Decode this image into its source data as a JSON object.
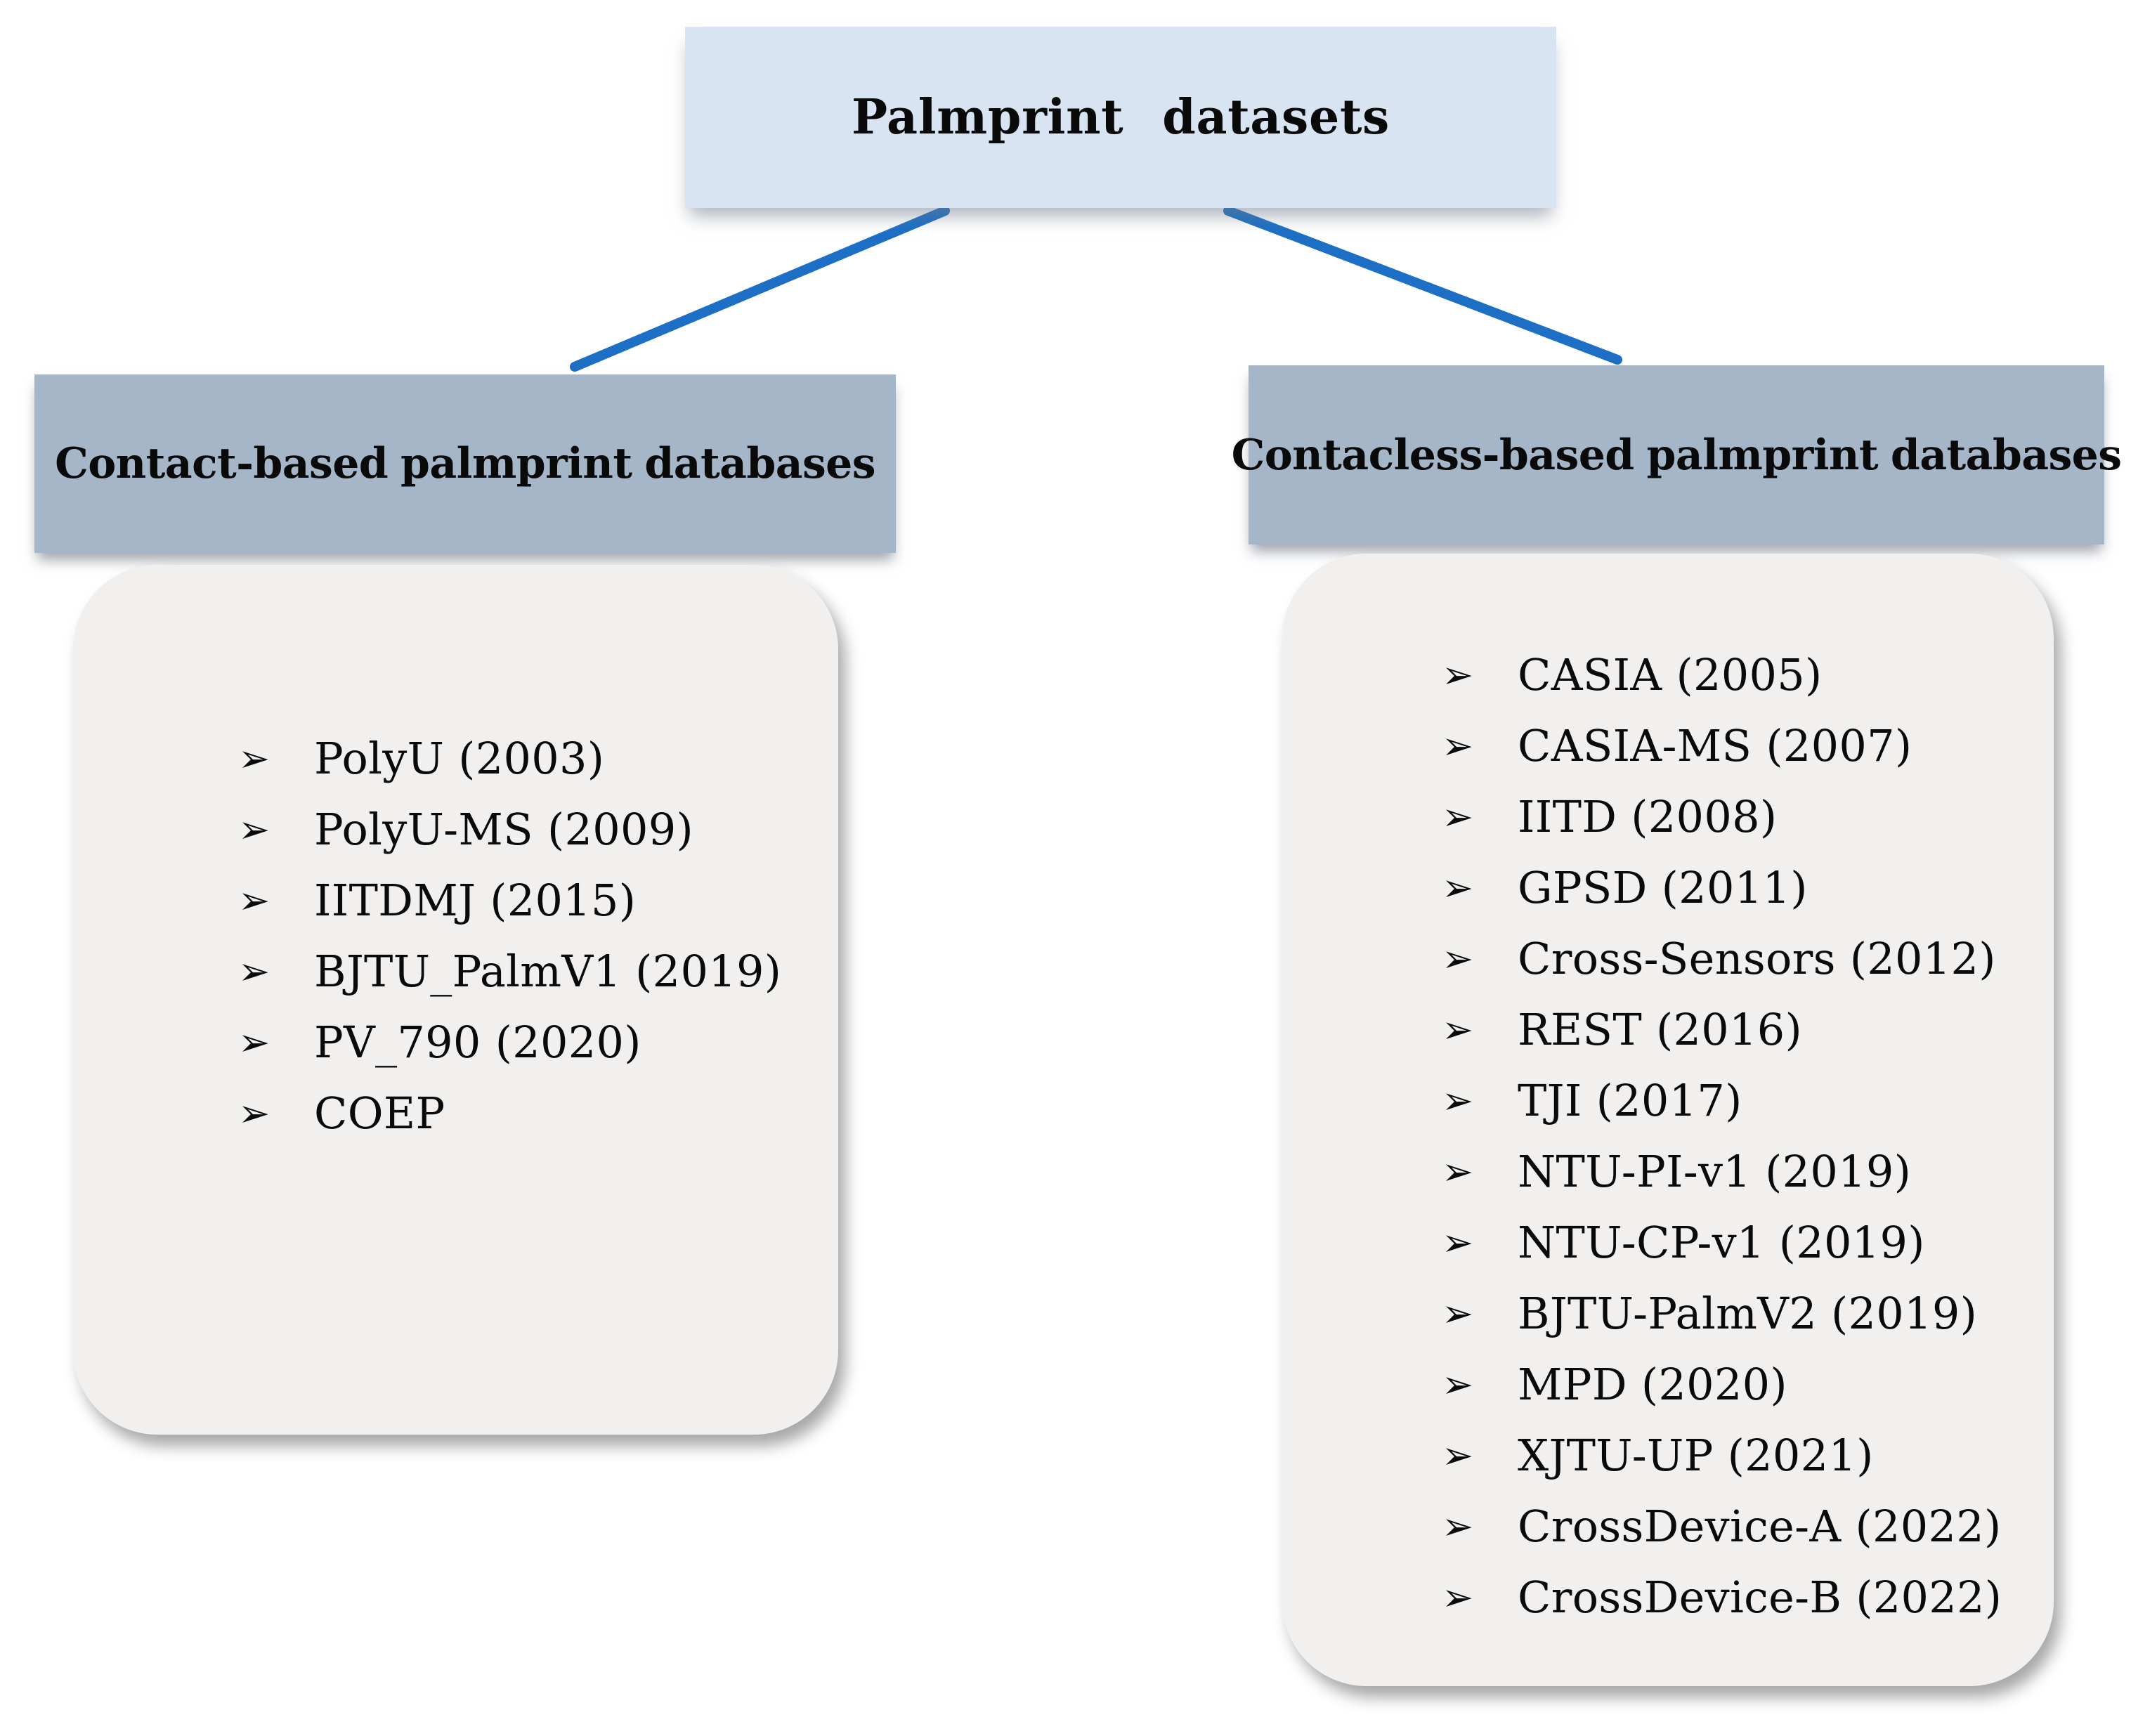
{
  "diagram": {
    "title": "Palmprint datasets",
    "bullet_icon": "➢",
    "colors": {
      "root_box_fill": "#d8e4f2",
      "branch_header_fill": "#a5b6c9",
      "list_box_fill": "#f1f0ee",
      "arrow_blue": "#1d6fc5",
      "text_black": "#0a0a0a"
    },
    "left_branch": {
      "header": "Contact-based palmprint databases",
      "items": [
        "PolyU (2003)",
        "PolyU-MS (2009)",
        "IITDMJ (2015)",
        "BJTU_PalmV1 (2019)",
        "PV_790 (2020)",
        "COEP"
      ]
    },
    "right_branch": {
      "header": "Contacless-based palmprint databases",
      "items": [
        "CASIA (2005)",
        "CASIA-MS (2007)",
        "IITD (2008)",
        "GPSD (2011)",
        "Cross-Sensors (2012)",
        "REST (2016)",
        "TJI (2017)",
        "NTU-PI-v1 (2019)",
        "NTU-CP-v1 (2019)",
        "BJTU-PalmV2 (2019)",
        "MPD (2020)",
        "XJTU-UP (2021)",
        "CrossDevice-A (2022)",
        "CrossDevice-B (2022)"
      ]
    }
  }
}
